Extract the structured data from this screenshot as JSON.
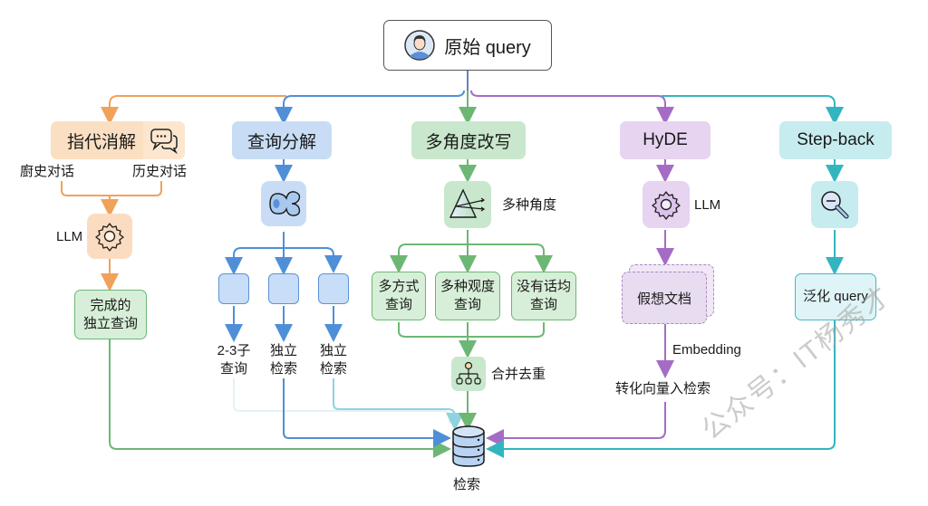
{
  "root": {
    "label": "原始 query",
    "icon": "user-avatar-icon"
  },
  "colors": {
    "orange": "#f0a25a",
    "blue": "#4f8fd8",
    "green": "#6cb774",
    "purple": "#a56cc6",
    "teal": "#33b5c0",
    "light_blue": "#8fd3de"
  },
  "branches": {
    "coref": {
      "title": "指代消解",
      "icon": "chat-bubbles-icon",
      "inputs": [
        "廚史对话",
        "历史对话"
      ],
      "llm_label": "LLM",
      "llm_icon": "gear-icon",
      "result": [
        "完成的",
        "独立查询"
      ]
    },
    "decompose": {
      "title": "查询分解",
      "icon": "split-blob-icon",
      "subs": [
        {
          "lines": [
            "2-3子",
            "查询"
          ]
        },
        {
          "lines": [
            "独立",
            "检索"
          ]
        },
        {
          "lines": [
            "独立",
            "检索"
          ]
        }
      ]
    },
    "multi": {
      "title": "多角度改写",
      "icon": "prism-icon",
      "icon_label": "多种角度",
      "variants": [
        {
          "lines": [
            "多方式",
            "查询"
          ]
        },
        {
          "lines": [
            "多种观度",
            "查询"
          ]
        },
        {
          "lines": [
            "没有话均",
            "查询"
          ]
        }
      ],
      "merge_icon": "hierarchy-icon",
      "merge_label": "合并去重"
    },
    "hyde": {
      "title": "HyDE",
      "llm_icon": "gear-icon",
      "llm_label": "LLM",
      "doc": "假想文档",
      "edge_label": "Embedding",
      "result": "转化向量入检索"
    },
    "stepback": {
      "title": "Step-back",
      "icon": "zoom-out-icon",
      "result": "泛化 query"
    }
  },
  "sink": {
    "label": "检索",
    "icon": "database-icon"
  },
  "watermark": "公众号：IT杨秀才"
}
